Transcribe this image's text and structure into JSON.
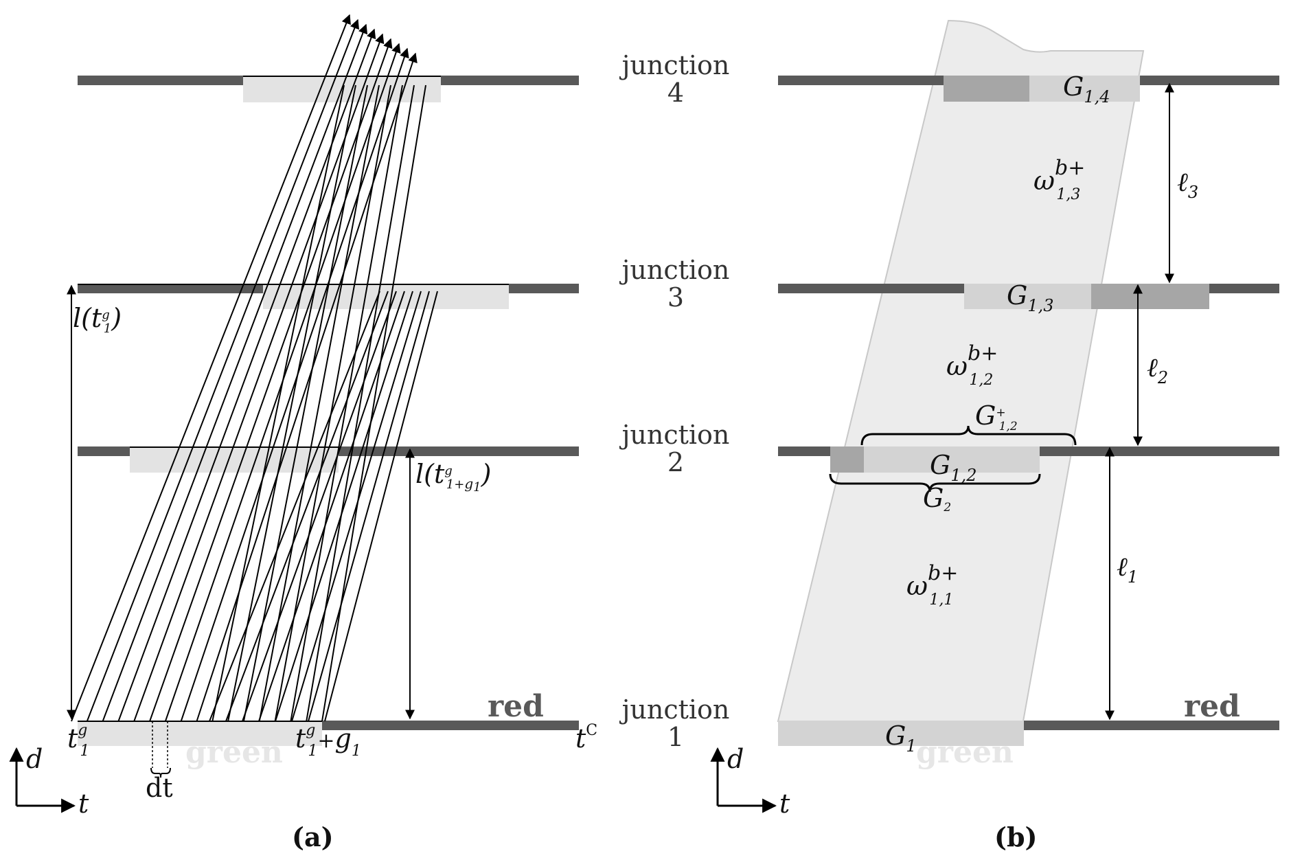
{
  "junction_word": "junction",
  "junction_numbers": [
    "1",
    "2",
    "3",
    "4"
  ],
  "panel_a": {
    "caption": "(a)",
    "red_label": "red",
    "green_label": "green",
    "t_start": "t",
    "t_start_sup": "g",
    "t_start_sub": "1",
    "t_end_plus": "+",
    "t_end_g": "g",
    "t_end_g_sub": "1",
    "t_cycle": "t",
    "t_cycle_sup": "C",
    "dt_label": "dt",
    "l_upper": "l(t",
    "l_upper_close": ")",
    "l_lower": "l(t",
    "l_lower_close": ")",
    "axis_d": "d",
    "axis_t": "t",
    "colors": {
      "red_bar": "#595959",
      "green_bar": "#e3e3e3",
      "lines": "#000000"
    }
  },
  "panel_b": {
    "caption": "(b)",
    "red_label": "red",
    "green_label": "green",
    "G1": "G",
    "G1_sub": "1",
    "G12": "G",
    "G12_sub": "1,2",
    "G12plus": "G",
    "G12plus_sup": "+",
    "G12plus_sub": "1,2",
    "G2": "G",
    "G2_sub": "2",
    "G13": "G",
    "G13_sub": "1,3",
    "G14": "G",
    "G14_sub": "1,4",
    "omega": "ω",
    "omega_sup": "b+",
    "omega_subs": [
      "1,1",
      "1,2",
      "1,3"
    ],
    "ell": "ℓ",
    "ell_subs": [
      "1",
      "2",
      "3"
    ],
    "axis_d": "d",
    "axis_t": "t",
    "colors": {
      "band": "#ececec",
      "green_block": "#d3d3d3",
      "dark_block": "#a6a6a6"
    }
  }
}
